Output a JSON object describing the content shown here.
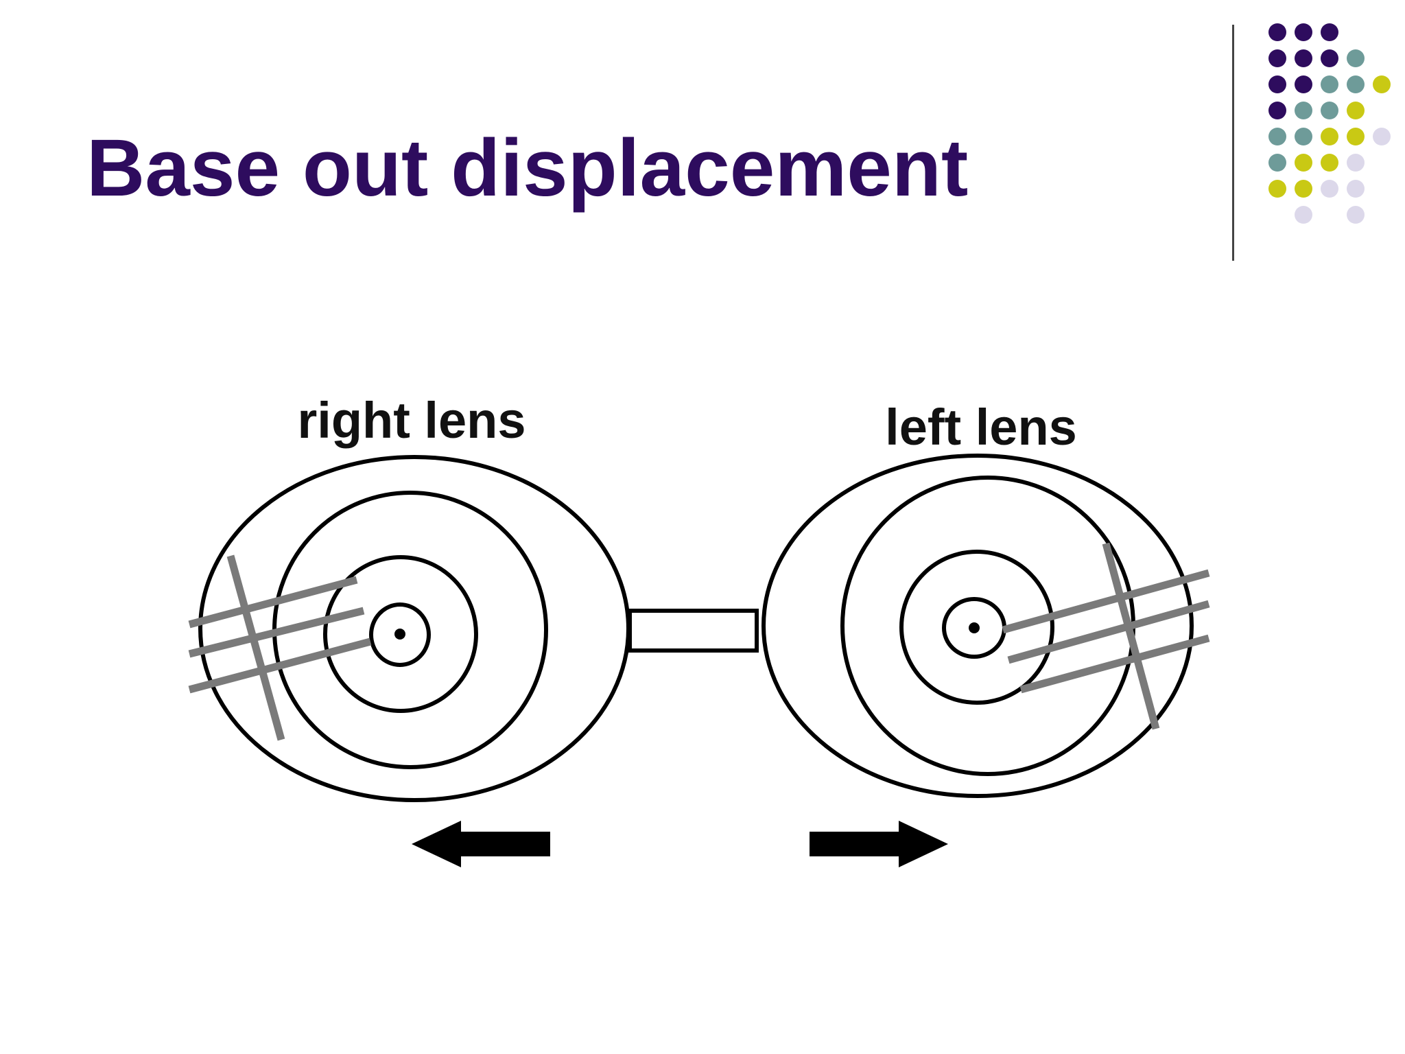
{
  "slide": {
    "title": "Base out displacement"
  },
  "colors": {
    "title": "#2e0c5e",
    "dot_purple": "#2e0c5e",
    "dot_teal": "#6e9b99",
    "dot_yellow": "#c9c914",
    "dot_lavender": "#dcd8ea",
    "lens_stroke": "#000000",
    "displacement_lines": "#7a7a7a",
    "arrow": "#000000"
  },
  "decoration": {
    "dot_rows": [
      [
        "purple",
        "purple",
        "purple"
      ],
      [
        "purple",
        "purple",
        "purple",
        "teal"
      ],
      [
        "purple",
        "purple",
        "teal",
        "teal",
        "yellow"
      ],
      [
        "purple",
        "teal",
        "teal",
        "yellow"
      ],
      [
        "teal",
        "teal",
        "yellow",
        "yellow",
        "lavender"
      ],
      [
        "teal",
        "yellow",
        "yellow",
        "lavender"
      ],
      [
        "yellow",
        "yellow",
        "lavender",
        "lavender"
      ],
      [
        "lavender",
        "lavender"
      ]
    ]
  },
  "diagram": {
    "right_lens_label": "right lens",
    "left_lens_label": "left lens",
    "right_arrow_icon": "arrow-left-icon",
    "left_arrow_icon": "arrow-right-icon"
  }
}
